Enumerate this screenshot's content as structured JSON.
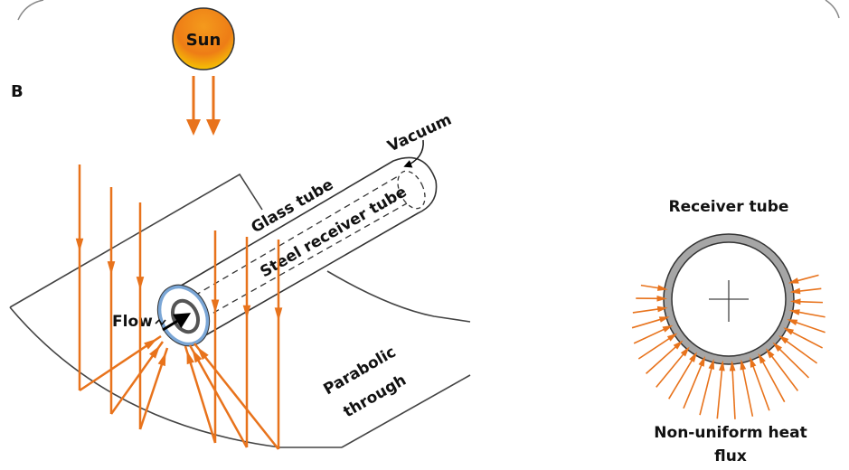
{
  "panel_label": "B",
  "sun": {
    "label": "Sun",
    "gradient_top": "#e8701a",
    "gradient_bottom": "#f7d000"
  },
  "labels": {
    "vacuum": "Vacuum",
    "glass_tube": "Glass tube",
    "steel_receiver_tube": "Steel receiver tube",
    "flow": "Flow",
    "parabolic_line1": "Parabolic",
    "parabolic_line2": "through",
    "receiver_tube": "Receiver tube",
    "flux_line1": "Non-uniform heat",
    "flux_line2": "flux"
  },
  "colors": {
    "ray": "#e8731c",
    "outline": "#333333",
    "glass_ring": "#7aa6d6",
    "tube_wall": "#a6a6a6"
  }
}
